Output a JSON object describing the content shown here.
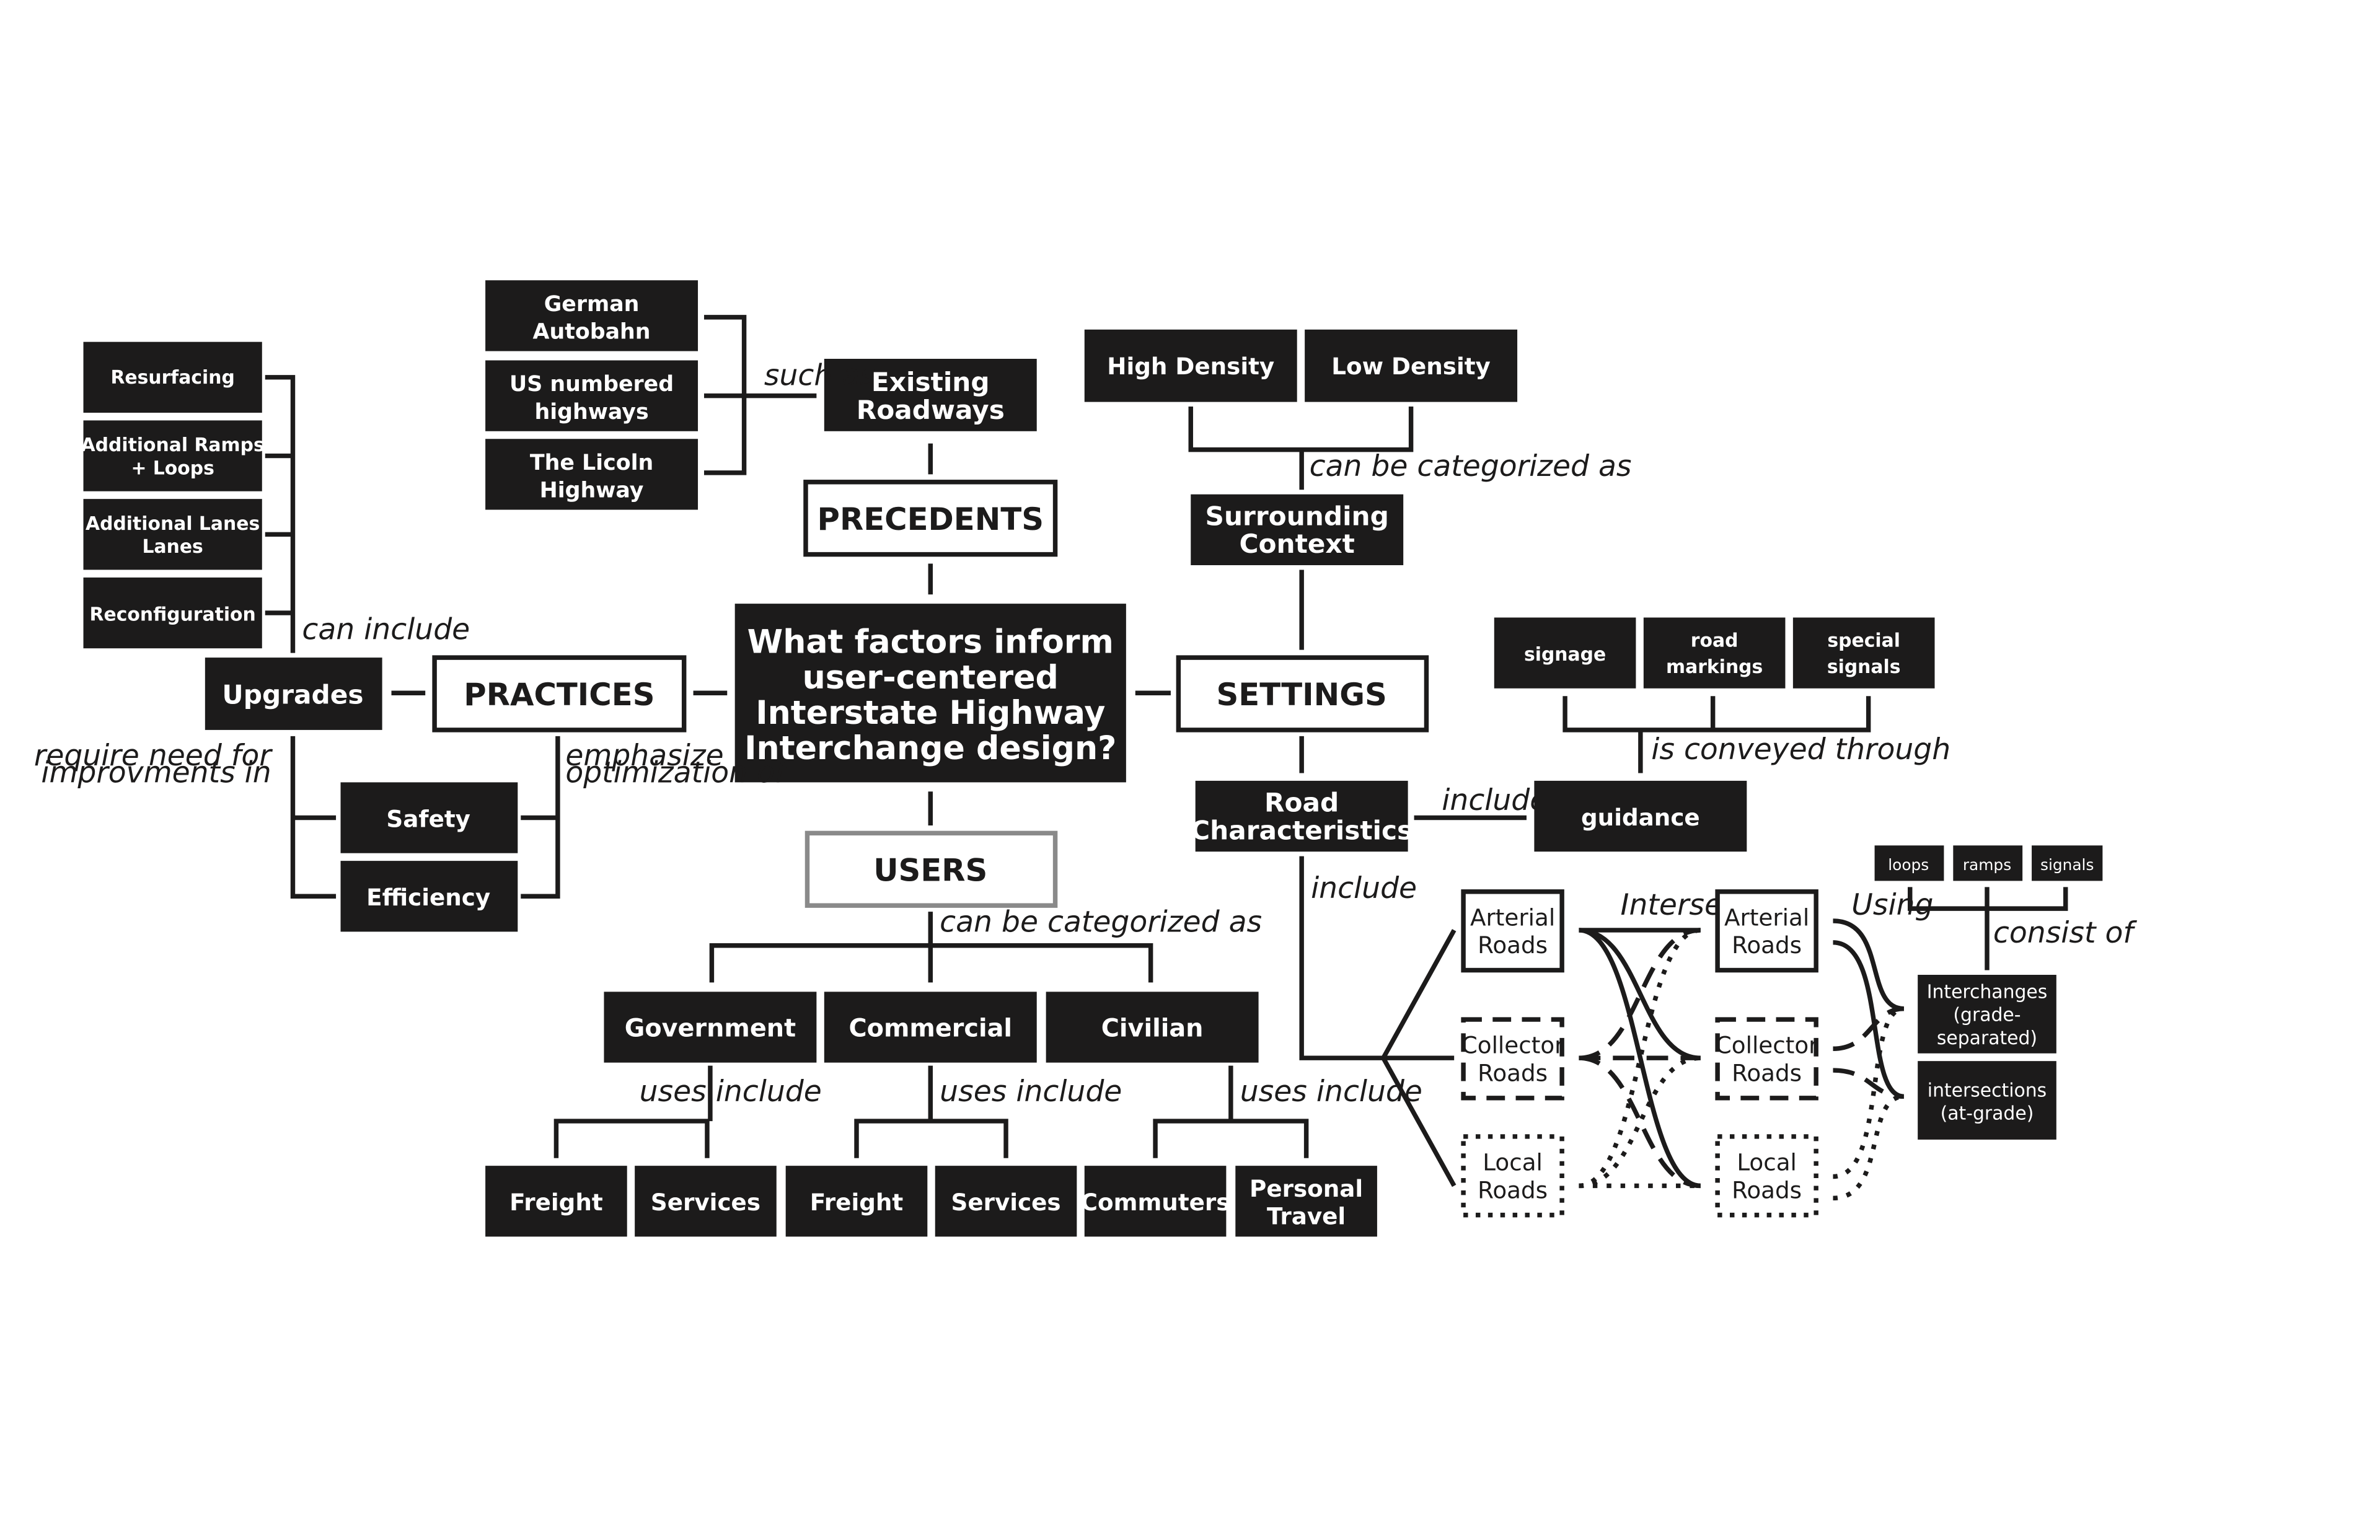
{
  "central_question": [
    "What factors inform",
    "user-centered",
    "Interstate Highway",
    "Interchange design?"
  ],
  "precedents": {
    "title": "PRECEDENTS",
    "existing_roadways": [
      "Existing",
      "Roadways"
    ],
    "such_as": "such as",
    "examples": [
      [
        "German",
        "Autobahn"
      ],
      [
        "US numbered",
        "highways"
      ],
      [
        "The Licoln",
        "Highway"
      ]
    ]
  },
  "practices": {
    "title": "PRACTICES",
    "upgrades": "Upgrades",
    "can_include": "can include",
    "upgrade_items": [
      [
        "Resurfacing"
      ],
      [
        "Additional Ramps",
        "+ Loops"
      ],
      [
        "Additional Lanes",
        "Lanes"
      ],
      [
        "Reconfiguration"
      ]
    ],
    "require_need": [
      "require need for",
      "improvments in"
    ],
    "emphasize": [
      "emphasize",
      "optimization of"
    ],
    "goals": [
      "Safety",
      "Efficiency"
    ]
  },
  "settings": {
    "title": "SETTINGS",
    "surrounding_context": [
      "Surrounding",
      "Context"
    ],
    "categorized_as": "can be categorized as",
    "densities": [
      "High Density",
      "Low Density"
    ],
    "road_characteristics": [
      "Road",
      "Characteristics"
    ],
    "include_guidance": "include",
    "guidance": "guidance",
    "conveyed_through": "is conveyed through",
    "guidance_means": [
      [
        "signage"
      ],
      [
        "road",
        "markings"
      ],
      [
        "special",
        "signals"
      ]
    ],
    "include_roads": "include",
    "intersect": "Intersect",
    "using": "Using",
    "consist_of": "consist of",
    "road_types_left": [
      [
        "Arterial",
        "Roads"
      ],
      [
        "Collector",
        "Roads"
      ],
      [
        "Local",
        "Roads"
      ]
    ],
    "road_types_right": [
      [
        "Arterial",
        "Roads"
      ],
      [
        "Collector",
        "Roads"
      ],
      [
        "Local",
        "Roads"
      ]
    ],
    "components": [
      "loops",
      "ramps",
      "signals"
    ],
    "connections": [
      [
        "Interchanges",
        "(grade-",
        "separated)"
      ],
      [
        "intersections",
        "(at-grade)"
      ]
    ]
  },
  "users": {
    "title": "USERS",
    "categorized_as": "can be categorized as",
    "uses_include": "uses include",
    "groups": [
      {
        "name": "Government",
        "uses": [
          [
            "Freight"
          ],
          [
            "Services"
          ]
        ]
      },
      {
        "name": "Commercial",
        "uses": [
          [
            "Freight"
          ],
          [
            "Services"
          ]
        ]
      },
      {
        "name": "Civilian",
        "uses": [
          [
            "Commuters"
          ],
          [
            "Personal",
            "Travel"
          ]
        ]
      }
    ]
  }
}
